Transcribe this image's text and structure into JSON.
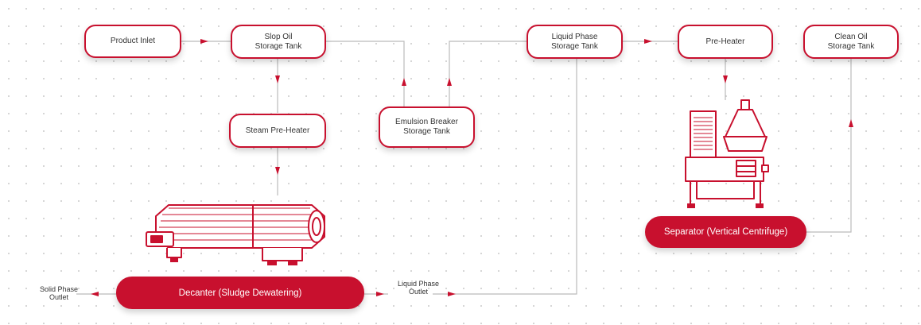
{
  "colors": {
    "accent": "#c8102e",
    "line": "#bbbbbb",
    "dot": "#c9c9c9"
  },
  "nodes": {
    "product_inlet": [
      "Product Inlet"
    ],
    "slop_oil": [
      "Slop Oil",
      "Storage Tank"
    ],
    "steam_preheater": [
      "Steam Pre-Heater"
    ],
    "emulsion_breaker": [
      "Emulsion Breaker",
      "Storage Tank"
    ],
    "liquid_phase_tank": [
      "Liquid Phase",
      "Storage Tank"
    ],
    "pre_heater": [
      "Pre-Heater"
    ],
    "clean_oil": [
      "Clean Oil",
      "Storage Tank"
    ],
    "decanter": [
      "Decanter (Sludge Dewatering)"
    ],
    "separator": [
      "Separator (Vertical Centrifuge)"
    ]
  },
  "outlets": {
    "solid_phase": [
      "Solid Phase",
      "Outlet"
    ],
    "liquid_phase": [
      "Liquid Phase",
      "Outlet"
    ]
  },
  "icons": [
    "decanter-centrifuge-icon",
    "vertical-separator-icon"
  ]
}
